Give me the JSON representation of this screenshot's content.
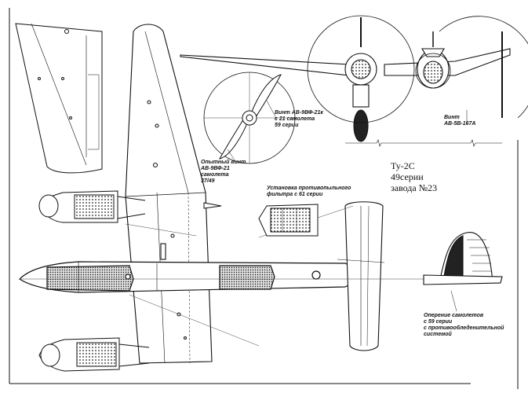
{
  "drawing": {
    "type": "aircraft three-view drawing",
    "colors": {
      "ink": "#111111",
      "paper": "#ffffff",
      "shade": "#555555"
    }
  },
  "title_block": {
    "model": "Ту-2С",
    "series": "49серии",
    "factory": "завода №23"
  },
  "callouts": {
    "prop_21_line1": "Винт АВ-9ВФ-21к",
    "prop_21_line2": "с 21 самолета",
    "prop_21_line3": "59 серии",
    "prop_exp_line1": "Опытный винт",
    "prop_exp_line2": "АВ-9ВФ-21",
    "prop_exp_line3": "самолета",
    "prop_exp_line4": "37/49",
    "prop_5b_line1": "Винт",
    "prop_5b_line2": "АВ-5В-167А",
    "filter_line1": "Установка противопыльного",
    "filter_line2": "фильтра с 61 серии",
    "tail_line1": "Оперение самолетов",
    "tail_line2": "с 59 серии",
    "tail_line3": "с противообледенительной",
    "tail_line4": "системой"
  }
}
